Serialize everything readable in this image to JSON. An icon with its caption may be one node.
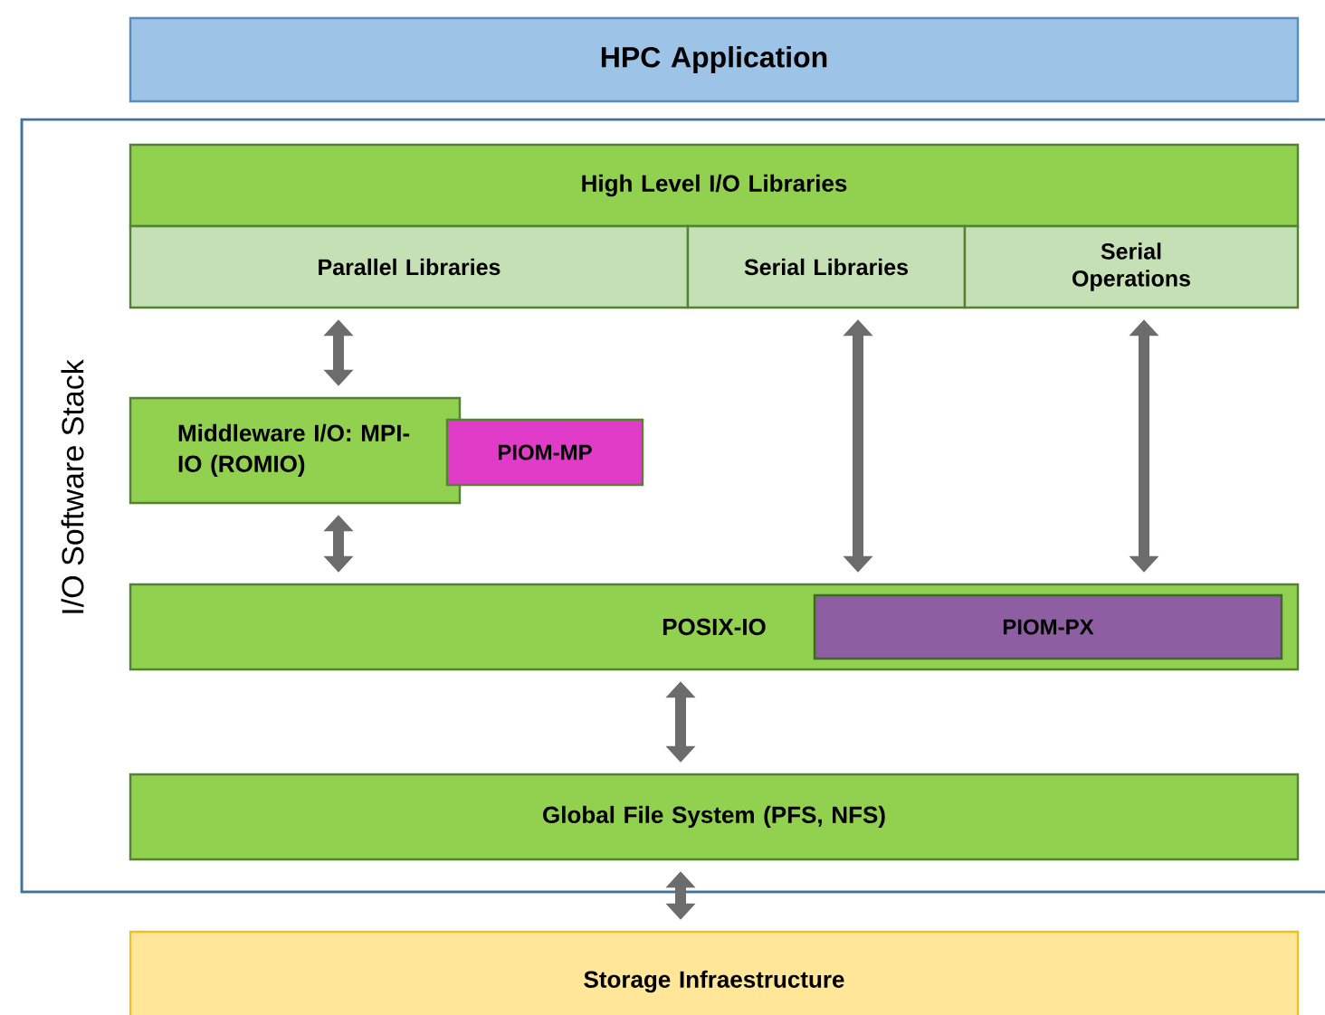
{
  "diagram": {
    "nodes": [
      {
        "text": [
          "HPC Application"
        ]
      },
      {
        "text": [
          "I/O Software Stack"
        ]
      },
      {
        "text": [
          "High Level I/O Libraries"
        ],
        "in": 1
      },
      {
        "text": [
          "Parallel Libraries"
        ],
        "in": 1
      },
      {
        "text": [
          "Serial Libraries"
        ],
        "in": 1
      },
      {
        "text": [
          "Serial Operations"
        ],
        "in": 1
      },
      {
        "text": [
          "Middleware I/O: MPI-IO (ROMIO)"
        ],
        "in": 1
      },
      {
        "text": [
          "PIOM-MP"
        ],
        "in": 1
      },
      {
        "text": [
          "POSIX-IO"
        ],
        "in": 1
      },
      {
        "text": [
          "PIOM-PX"
        ],
        "in": 8
      },
      {
        "text": [
          "Global File System (PFS, NFS)"
        ],
        "in": 1
      },
      {
        "text": [
          "Storage Infraestructure"
        ]
      }
    ],
    "edges": [
      {
        "from": 3,
        "to": 6,
        "arrow": "both"
      },
      {
        "from": 6,
        "to": 8,
        "arrow": "both"
      },
      {
        "from": 4,
        "to": 8,
        "arrow": "both"
      },
      {
        "from": 5,
        "to": 8,
        "arrow": "both"
      },
      {
        "from": 8,
        "to": 10,
        "arrow": "both"
      },
      {
        "from": 10,
        "to": 11,
        "arrow": "both"
      }
    ]
  }
}
